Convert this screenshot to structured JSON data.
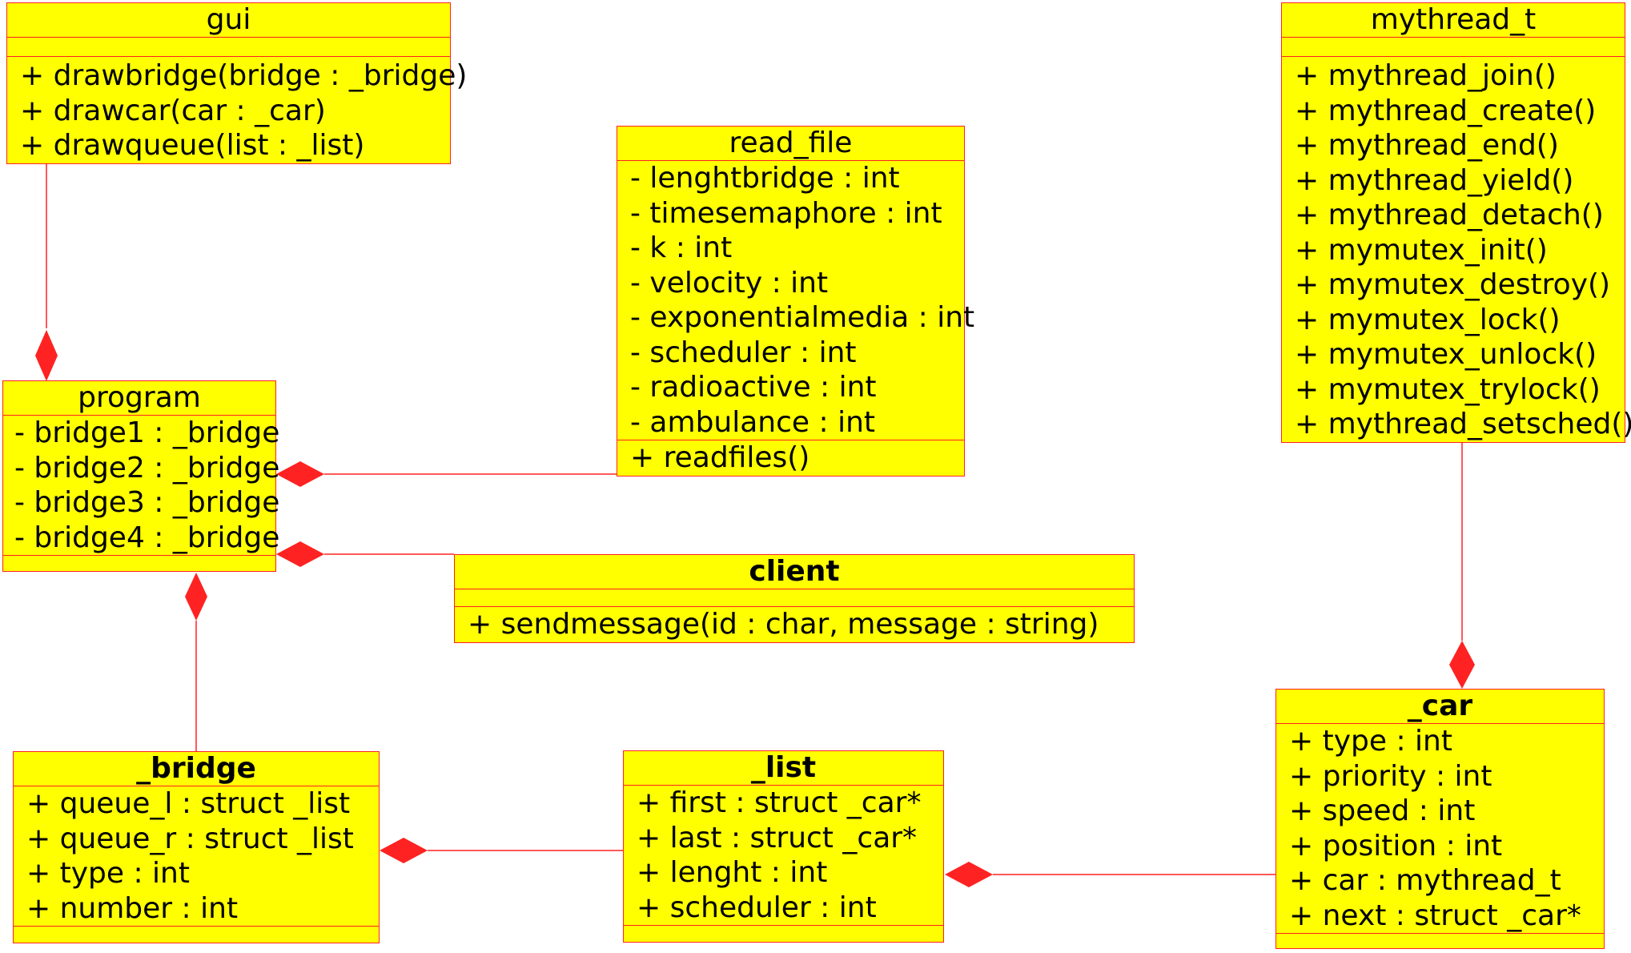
{
  "colors": {
    "fill": "#ffff00",
    "stroke": "#ff2222",
    "text": "#000000"
  },
  "classes": {
    "gui": {
      "name": "gui",
      "attributes": [],
      "methods": [
        "+ drawbridge(bridge : _bridge)",
        "+ drawcar(car : _car)",
        "+ drawqueue(list : _list)"
      ]
    },
    "read_file": {
      "name": "read_file",
      "attributes": [
        "- lenghtbridge : int",
        "- timesemaphore : int",
        "- k : int",
        "- velocity : int",
        "- exponentialmedia : int",
        "- scheduler : int",
        "- radioactive : int",
        "- ambulance : int"
      ],
      "methods": [
        "+ readfiles()"
      ]
    },
    "mythread_t": {
      "name": "mythread_t",
      "attributes": [],
      "methods": [
        "+ mythread_join()",
        "+ mythread_create()",
        "+ mythread_end()",
        "+ mythread_yield()",
        "+ mythread_detach()",
        "+ mymutex_init()",
        "+ mymutex_destroy()",
        "+ mymutex_lock()",
        "+ mymutex_unlock()",
        "+ mymutex_trylock()",
        "+ mythread_setsched()"
      ]
    },
    "program": {
      "name": "program",
      "attributes": [
        "- bridge1 : _bridge",
        "- bridge2 : _bridge",
        "- bridge3 : _bridge",
        "- bridge4 : _bridge"
      ],
      "methods": []
    },
    "client": {
      "name": "client",
      "attributes": [],
      "methods": [
        "+ sendmessage(id : char, message : string)"
      ]
    },
    "bridge": {
      "name": "_bridge",
      "attributes": [
        "+ queue_l : struct _list",
        "+ queue_r : struct _list",
        "+ type : int",
        "+ number : int"
      ],
      "methods": []
    },
    "list": {
      "name": "_list",
      "attributes": [
        "+ first : struct _car*",
        "+ last : struct _car*",
        "+ lenght : int",
        "+ scheduler : int"
      ],
      "methods": []
    },
    "car": {
      "name": "_car",
      "attributes": [
        "+ type : int",
        "+ priority : int",
        "+ speed : int",
        "+ position : int",
        "+ car : mythread_t",
        "+ next : struct _car*"
      ],
      "methods": []
    }
  },
  "relationships": [
    {
      "type": "composition",
      "whole": "program",
      "part": "gui"
    },
    {
      "type": "composition",
      "whole": "program",
      "part": "read_file"
    },
    {
      "type": "composition",
      "whole": "program",
      "part": "client"
    },
    {
      "type": "composition",
      "whole": "program",
      "part": "bridge"
    },
    {
      "type": "composition",
      "whole": "bridge",
      "part": "list"
    },
    {
      "type": "composition",
      "whole": "list",
      "part": "car"
    },
    {
      "type": "composition",
      "whole": "car",
      "part": "mythread_t"
    }
  ]
}
